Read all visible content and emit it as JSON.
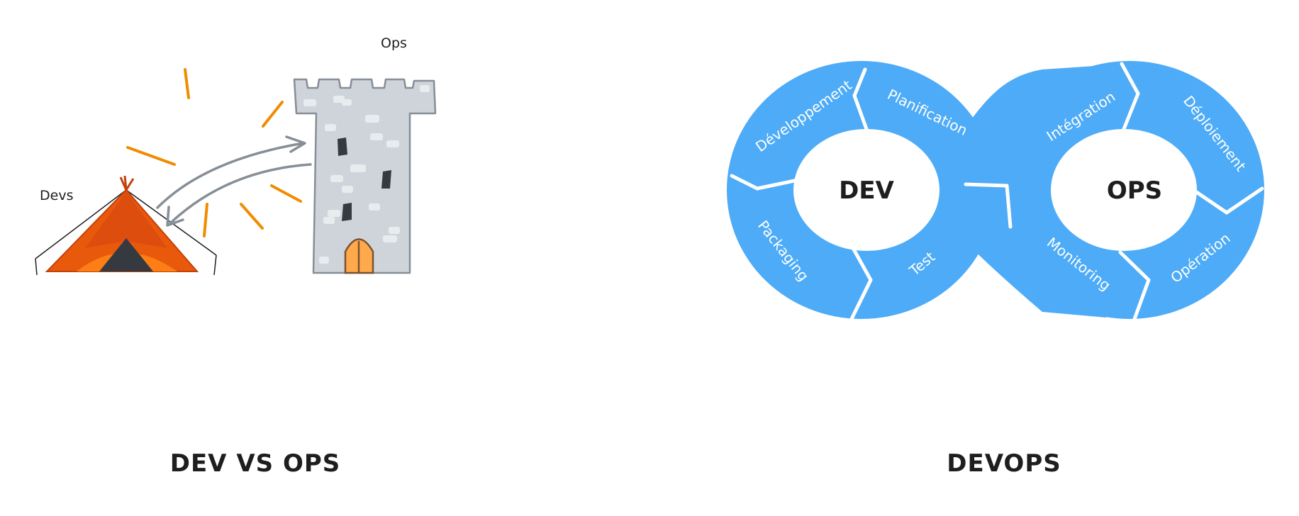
{
  "left_panel": {
    "title": "DEV VS OPS",
    "devs_label": "Devs",
    "ops_label": "Ops"
  },
  "right_panel": {
    "title": "DEVOPS",
    "dev_center": "DEV",
    "ops_center": "OPS",
    "segments": {
      "developpement": "Développement",
      "planification": "Planification",
      "integration": "Intégration",
      "deploiement": "Déploiement",
      "packaging": "Packaging",
      "test": "Test",
      "monitoring": "Monitoring",
      "operation": "Opération"
    }
  },
  "colors": {
    "devops_blue": "#4dabf7",
    "tent_orange": "#e8590c",
    "tent_light": "#fd7e14",
    "spark_orange": "#f08c00",
    "tower_gray": "#ced4da",
    "arrow_gray": "#868e96"
  }
}
